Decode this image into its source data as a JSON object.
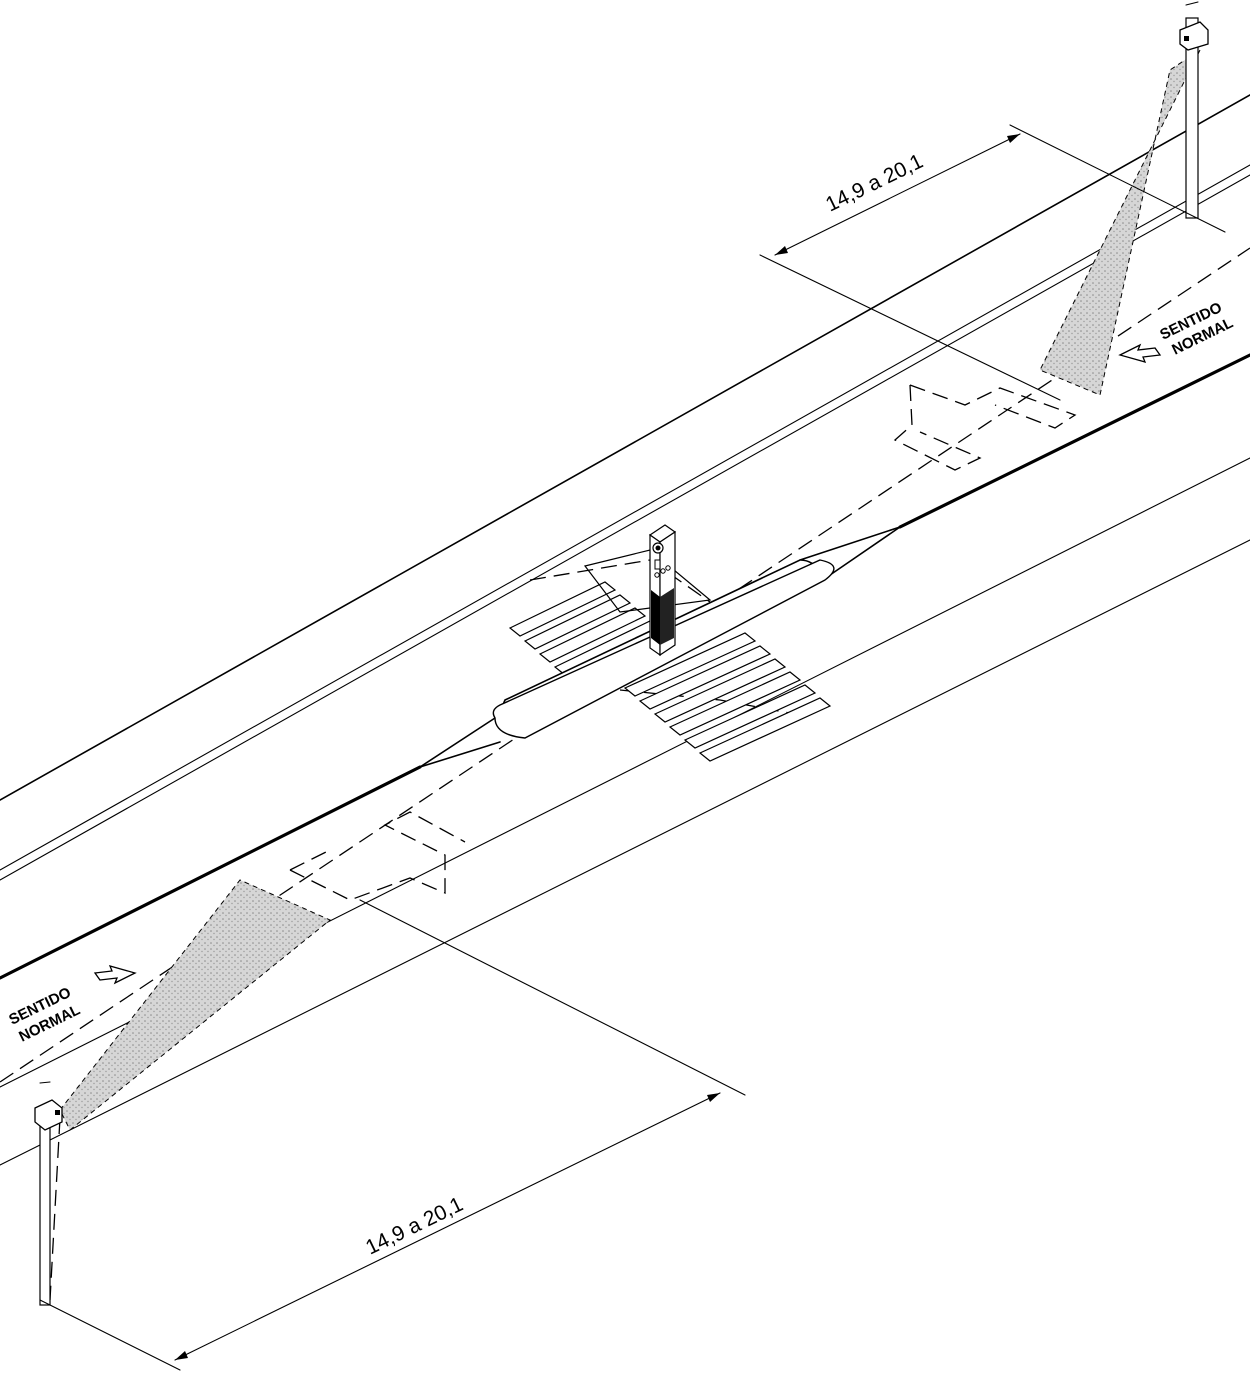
{
  "dimensions": {
    "top": "14,9 a 20,1",
    "bottom": "14,9 a 20,1"
  },
  "direction_labels": {
    "right": {
      "line1": "SENTIDO",
      "line2": "NORMAL"
    },
    "left": {
      "line1": "SENTIDO",
      "line2": "NORMAL"
    }
  },
  "colors": {
    "line": "#000000",
    "background": "#ffffff",
    "camera_beam_fill": "#c8c8c8"
  }
}
